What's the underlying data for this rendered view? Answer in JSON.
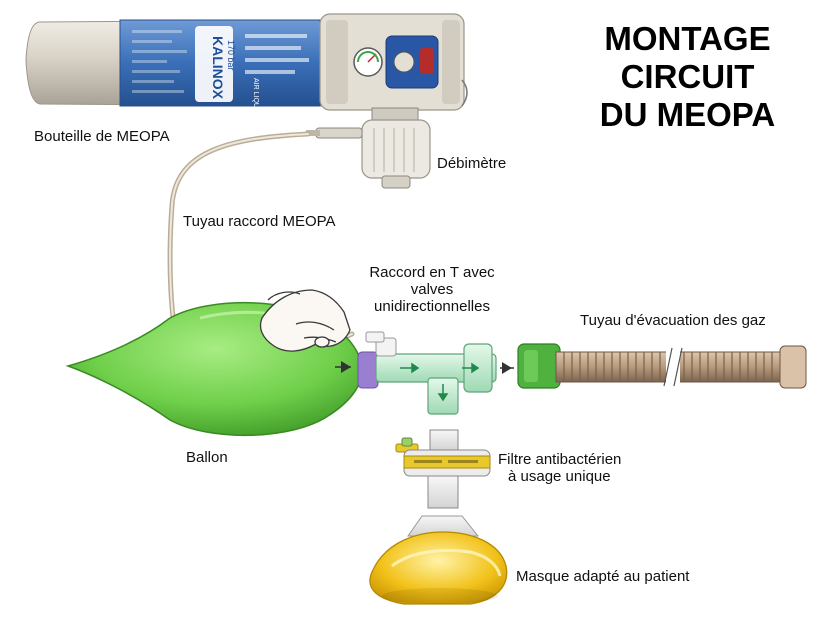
{
  "title_lines": [
    "MONTAGE",
    "CIRCUIT",
    "DU MEOPA"
  ],
  "labels": {
    "bouteille": "Bouteille de MEOPA",
    "debimetre": "Débimètre",
    "tuyau_raccord": "Tuyau raccord MEOPA",
    "raccord_t_lines": [
      "Raccord en T avec",
      "valves",
      "unidirectionnelles"
    ],
    "tuyau_evacuation": "Tuyau d'évacuation des gaz",
    "ballon": "Ballon",
    "filtre_lines": [
      "Filtre antibactérien",
      "à usage unique"
    ],
    "masque": "Masque adapté au patient"
  },
  "bottle_print": {
    "brand": "KALINOX",
    "pressure": "170 bar",
    "maker": "AIR LIQUIDE"
  },
  "colors": {
    "bottle_body": "#d8d2c6",
    "bottle_label": "#3a6fb8",
    "valve_body": "#e3dfd4",
    "bag": "#6fcf4a",
    "bag_neck": "#9a7fd0",
    "t_connector": "#bfead0",
    "hose_connector": "#4fb23e",
    "corrugated_hose": "#b89a7c",
    "filter_band": "#e8c82a",
    "mask_cushion": "#f2c21a",
    "tube": "#cfc5b2",
    "flow_arrow": "#1f8a4a"
  }
}
